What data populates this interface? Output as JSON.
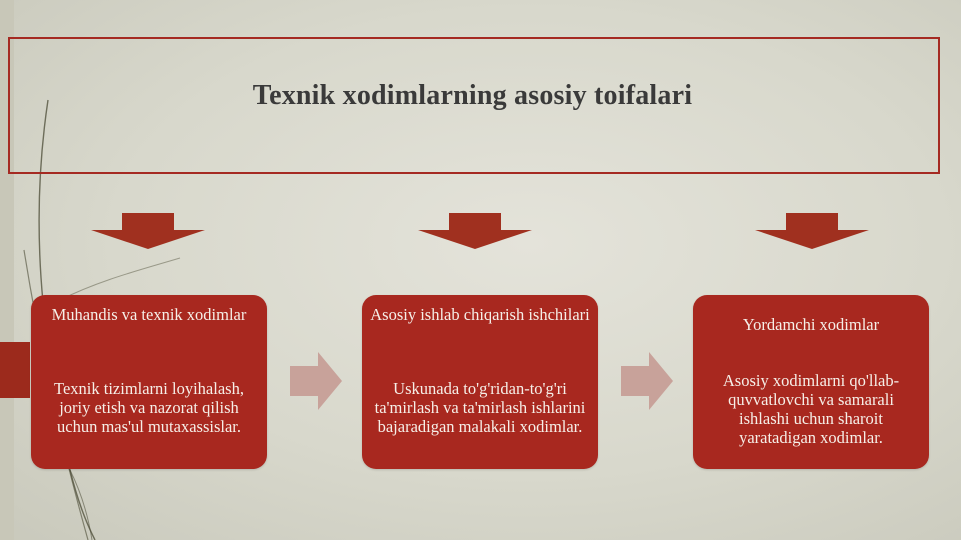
{
  "title": "Texnik xodimlarning asosiy toifalari",
  "colors": {
    "accent": "#a8281f",
    "arrow": "#a0301f",
    "connector": "#c8a29a",
    "background": "#dcdcd0"
  },
  "categories": [
    {
      "heading": "Muhandis va texnik xodimlar",
      "description": "Texnik tizimlarni loyihalash, joriy etish va nazorat qilish uchun mas'ul mutaxassislar."
    },
    {
      "heading": "Asosiy ishlab chiqarish ishchilari",
      "description": "Uskunada to'g'ridan-to'g'ri ta'mirlash va ta'mirlash ishlarini bajaradigan malakali xodimlar."
    },
    {
      "heading": "Yordamchi xodimlar",
      "description": "Asosiy xodimlarni qo'llab-quvvatlovchi va samarali ishlashi uchun sharoit yaratadigan xodimlar."
    }
  ]
}
